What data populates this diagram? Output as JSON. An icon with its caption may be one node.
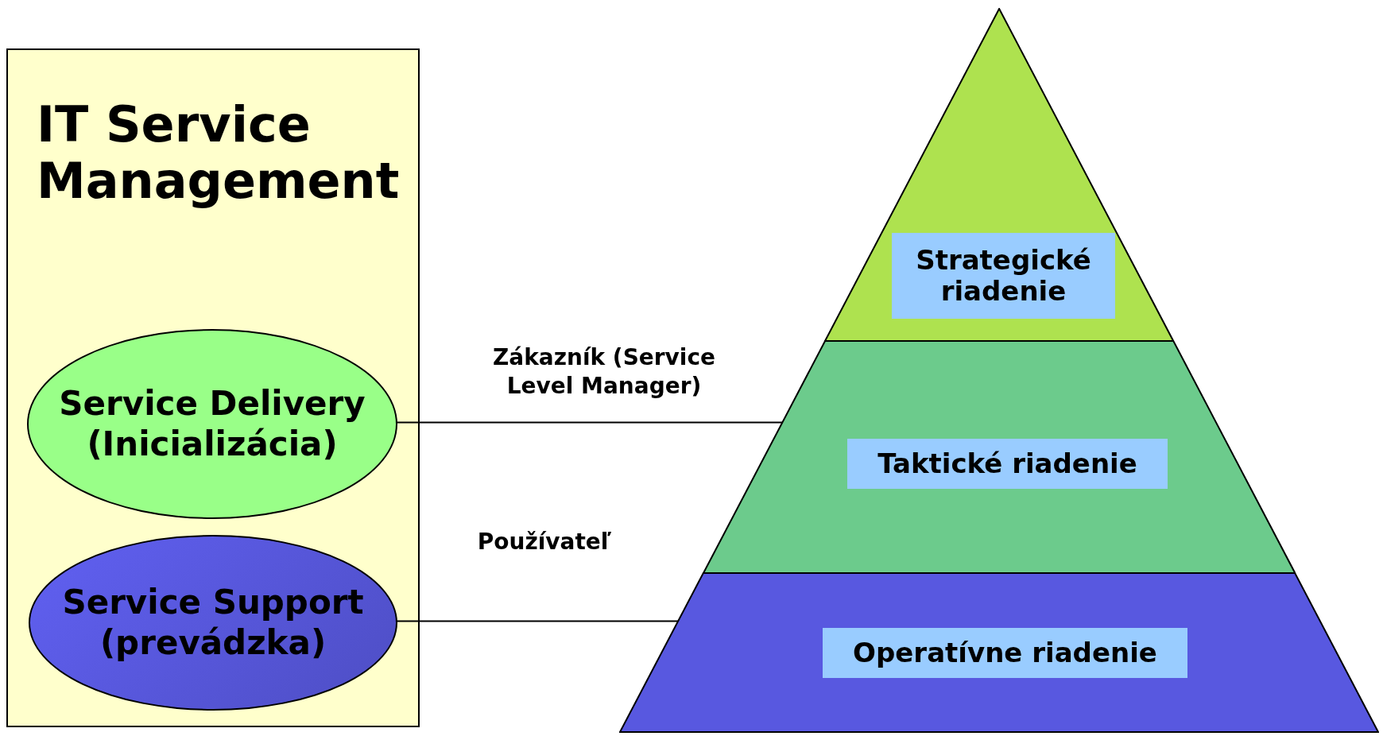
{
  "diagram": {
    "nodes": [
      {
        "text": [
          "IT Service Management"
        ]
      },
      {
        "text": [
          "Service Delivery (Inicializácia)"
        ],
        "in": 0
      },
      {
        "text": [
          "Service Support (prevádzka)"
        ],
        "in": 0
      },
      {
        "text": [
          "Strategické riadenie"
        ]
      },
      {
        "text": [
          "Taktické riadenie"
        ]
      },
      {
        "text": [
          "Operatívne riadenie"
        ]
      }
    ],
    "edges": [
      {
        "from": 1,
        "to": 4,
        "arrow": "none",
        "label": "Zákazník (Service Level Manager)"
      },
      {
        "from": 2,
        "to": 5,
        "arrow": "none",
        "label": "Používateľ"
      }
    ]
  }
}
